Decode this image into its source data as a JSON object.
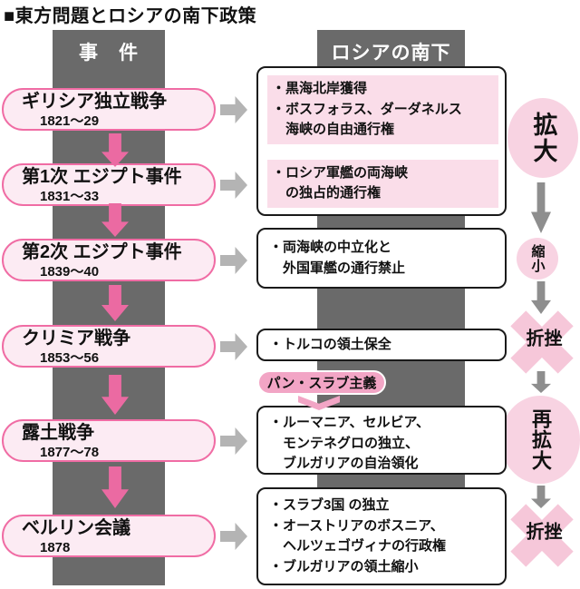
{
  "title": "■東方問題とロシアの南下政策",
  "headers": {
    "events": "事　件",
    "russia": "ロシアの南下"
  },
  "events": [
    {
      "name": "ギリシア独立戦争",
      "years": "1821〜29"
    },
    {
      "name": "第1次 エジプト事件",
      "years": "1831〜33"
    },
    {
      "name": "第2次 エジプト事件",
      "years": "1839〜40"
    },
    {
      "name": "クリミア戦争",
      "years": "1853〜56"
    },
    {
      "name": "露土戦争",
      "years": "1877〜78"
    },
    {
      "name": "ベルリン会議",
      "years": "1878"
    }
  ],
  "boxes": [
    {
      "sections": [
        [
          "・黒海北岸獲得",
          "・ボスフォラス、ダーダネルス",
          "　海峡の自由通行権"
        ],
        [
          "・ロシア軍艦の両海峡",
          "　の独占的通行権"
        ]
      ]
    },
    {
      "lines": [
        "・両海峡の中立化と",
        "　外国軍艦の通行禁止"
      ]
    },
    {
      "lines": [
        "・トルコの領土保全"
      ]
    },
    {
      "lines": [
        "・ルーマニア、セルビア、",
        "　モンテネグロの独立、",
        "　ブルガリアの自治領化"
      ]
    },
    {
      "lines": [
        "・スラブ3国 の独立",
        "・オーストリアのボスニア、",
        "　ヘルツェゴヴィナの行政権",
        "・ブルガリアの領土縮小"
      ]
    }
  ],
  "pan_slav_label": "パン・スラブ主義",
  "status_flow": [
    {
      "label": "拡大",
      "shape": "large-circle"
    },
    {
      "label": "縮小",
      "shape": "small-circle"
    },
    {
      "label": "挫折",
      "shape": "cross"
    },
    {
      "label": "再拡大",
      "shape": "large-circle"
    },
    {
      "label": "挫折",
      "shape": "cross"
    }
  ],
  "colors": {
    "bar_gray": "#6a6a6a",
    "event_border": "#f06ca4",
    "event_fill": "#fcebf3",
    "flow_arrow_pink": "#eb6aa2",
    "gray_arrow": "#b4b4b4",
    "outcome_highlight": "#fadde9",
    "pan_slav_fill": "#f2a5c5",
    "status_fill": "#f8d3e2",
    "cross_fill": "#f6c7d9",
    "status_arrow": "#8e8e8e"
  }
}
